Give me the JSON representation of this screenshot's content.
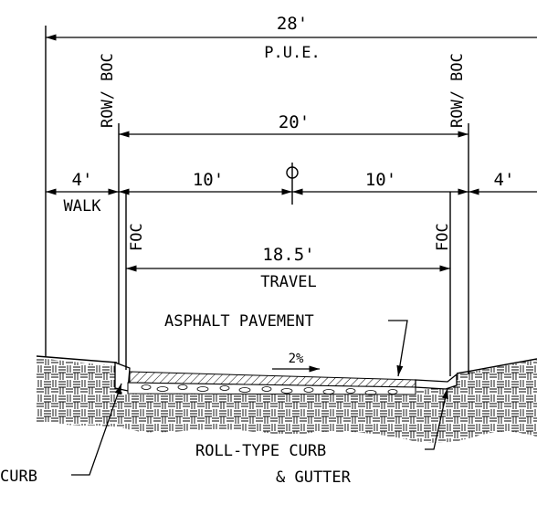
{
  "dimensions": {
    "pue_width": "28'",
    "pue_label": "P.U.E.",
    "row_width": "20'",
    "walk_left": "4'",
    "walk_label": "WALK",
    "lane_left": "10'",
    "lane_right": "10'",
    "walk_right": "4'",
    "travel_width": "18.5'",
    "travel_label": "TRAVEL"
  },
  "markers": {
    "row_boc_left": "ROW/ BOC",
    "row_boc_right": "ROW/ BOC",
    "foc_left": "FOC",
    "foc_right": "FOC",
    "centerline_symbol": "CL"
  },
  "callouts": {
    "asphalt": "ASPHALT PAVEMENT",
    "slope": "2%",
    "roll_curb_line1": "ROLL-TYPE CURB",
    "roll_curb_line2": "& GUTTER",
    "left_curb_partial": "CURB"
  }
}
